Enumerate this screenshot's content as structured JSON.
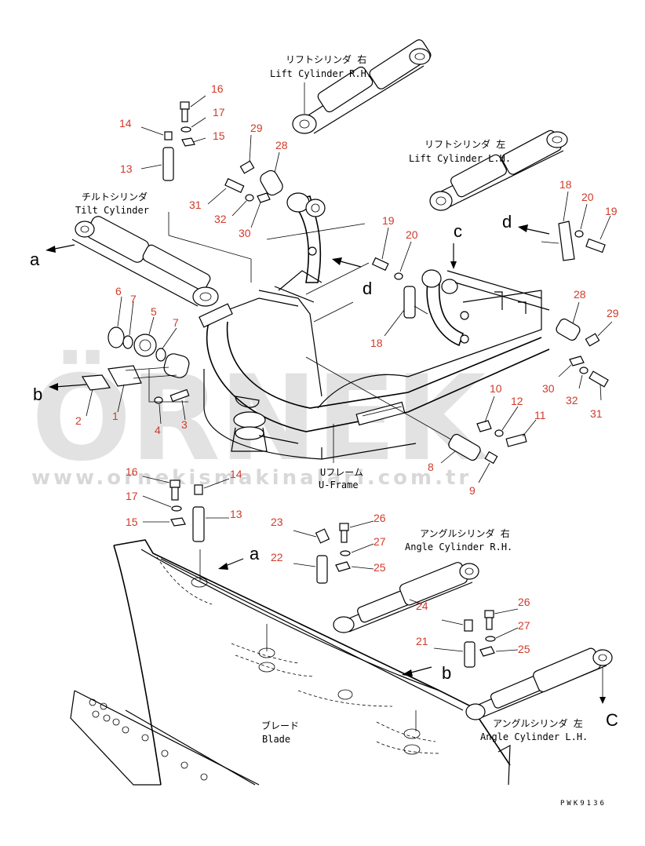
{
  "watermark": {
    "brand": "ÖRNEK",
    "url": "www.ornekismakinalari.com.tr"
  },
  "drawing_code": "PWK9136",
  "part_labels": {
    "lift_cyl_rh_jp": "リフトシリンダ 右",
    "lift_cyl_rh_en": "Lift Cylinder R.H.",
    "lift_cyl_lh_jp": "リフトシリンダ 左",
    "lift_cyl_lh_en": "Lift Cylinder L.H.",
    "tilt_cyl_jp": "チルトシリンダ",
    "tilt_cyl_en": "Tilt Cylinder",
    "uframe_jp": "Uフレーム",
    "uframe_en": "U-Frame",
    "angle_cyl_rh_jp": "アングルシリンダ 右",
    "angle_cyl_rh_en": "Angle Cylinder R.H.",
    "angle_cyl_lh_jp": "アングルシリンダ 左",
    "angle_cyl_lh_en": "Angle Cylinder L.H.",
    "blade_jp": "ブレード",
    "blade_en": "Blade"
  },
  "arrow_letters": {
    "a": "a",
    "b": "b",
    "c": "c",
    "d": "d",
    "C": "C"
  },
  "callouts": {
    "n1": "1",
    "n2": "2",
    "n3": "3",
    "n4": "4",
    "n5": "5",
    "n6": "6",
    "n7": "7",
    "n7b": "7",
    "n8": "8",
    "n9": "9",
    "n10": "10",
    "n11": "11",
    "n12": "12",
    "n13a": "13",
    "n14a": "14",
    "n15a": "15",
    "n16a": "16",
    "n17a": "17",
    "n13b": "13",
    "n14b": "14",
    "n15b": "15",
    "n16b": "16",
    "n17b": "17",
    "n18a": "18",
    "n19a": "19",
    "n20a": "20",
    "n18b": "18",
    "n19b": "19",
    "n20b": "20",
    "n21": "21",
    "n22": "22",
    "n23": "23",
    "n24": "24",
    "n25a": "25",
    "n26a": "26",
    "n27a": "27",
    "n25b": "25",
    "n26b": "26",
    "n27b": "27",
    "n28a": "28",
    "n29a": "29",
    "n30a": "30",
    "n31a": "31",
    "n32a": "32",
    "n28b": "28",
    "n29b": "29",
    "n30b": "30",
    "n31b": "31",
    "n32b": "32"
  },
  "colors": {
    "callout": "#d03a2a",
    "line": "#000000",
    "watermark": "#d9d9d9"
  }
}
